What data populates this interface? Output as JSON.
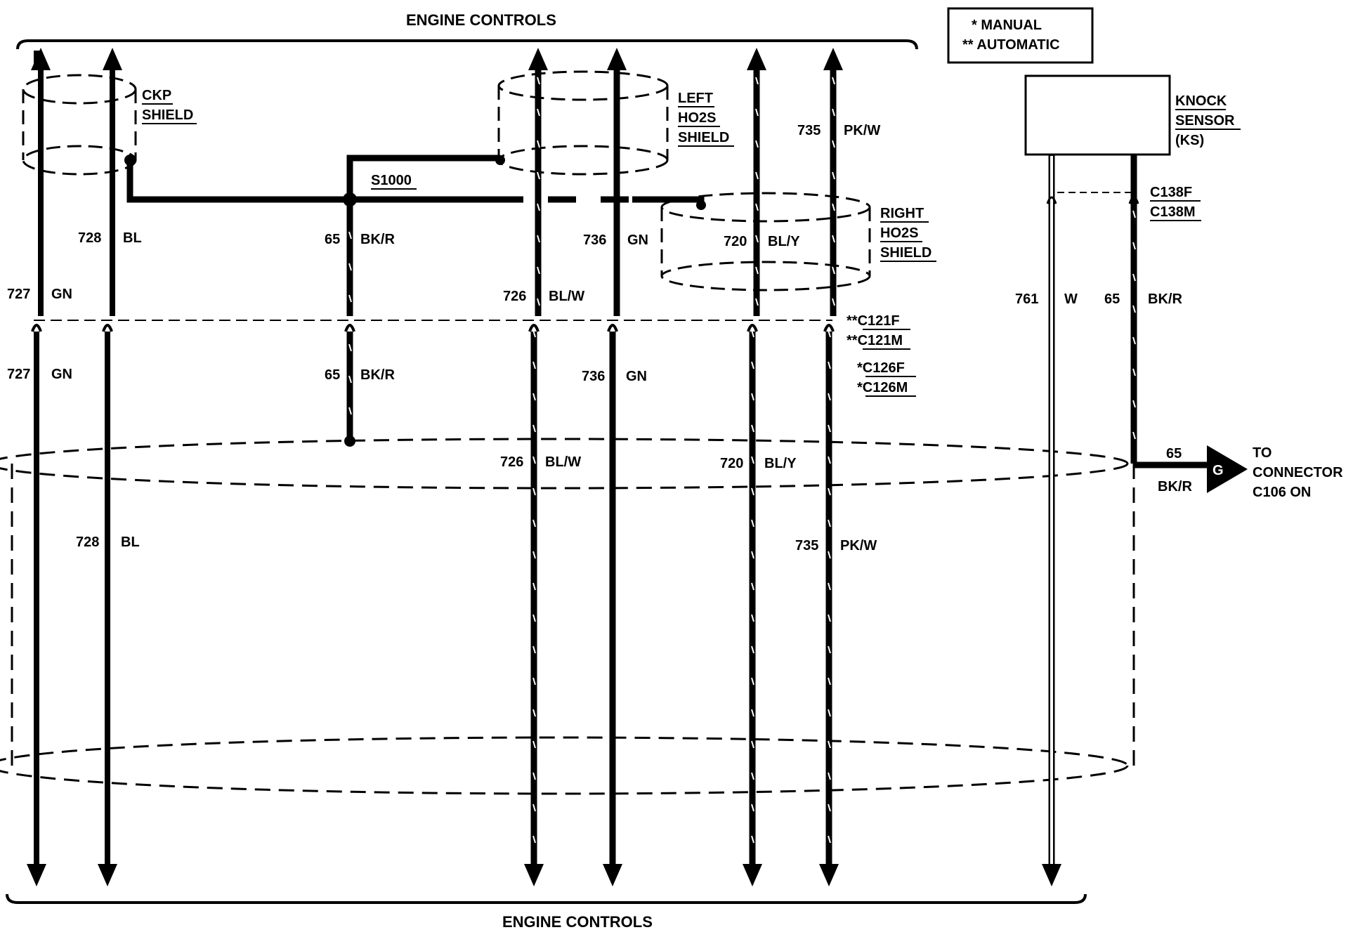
{
  "header": {
    "top_title": "ENGINE CONTROLS",
    "bottom_title": "ENGINE CONTROLS"
  },
  "legend": {
    "manual": "*  MANUAL",
    "automatic": "**  AUTOMATIC"
  },
  "shields": {
    "ckp": [
      "CKP",
      "SHIELD"
    ],
    "left_ho2s": [
      "LEFT",
      "HO2S",
      "SHIELD"
    ],
    "right_ho2s": [
      "RIGHT",
      "HO2S",
      "SHIELD"
    ]
  },
  "knock_sensor": [
    "KNOCK",
    "SENSOR",
    "(KS)"
  ],
  "splice": "S1000",
  "connectors": {
    "c121f": "**C121F",
    "c121m": "**C121M",
    "c126f": "*C126F",
    "c126m": "*C126M",
    "c138f": "C138F",
    "c138m": "C138M",
    "ground_symbol": "G",
    "to_connector": [
      "TO",
      "CONNECTOR",
      "C106 ON"
    ]
  },
  "wires": {
    "w727": {
      "num": "727",
      "color": "GN"
    },
    "w728": {
      "num": "728",
      "color": "BL"
    },
    "w65": {
      "num": "65",
      "color": "BK/R"
    },
    "w726": {
      "num": "726",
      "color": "BL/W"
    },
    "w736": {
      "num": "736",
      "color": "GN"
    },
    "w720": {
      "num": "720",
      "color": "BL/Y"
    },
    "w735": {
      "num": "735",
      "color": "PK/W"
    },
    "w761": {
      "num": "761",
      "color": "W"
    }
  }
}
